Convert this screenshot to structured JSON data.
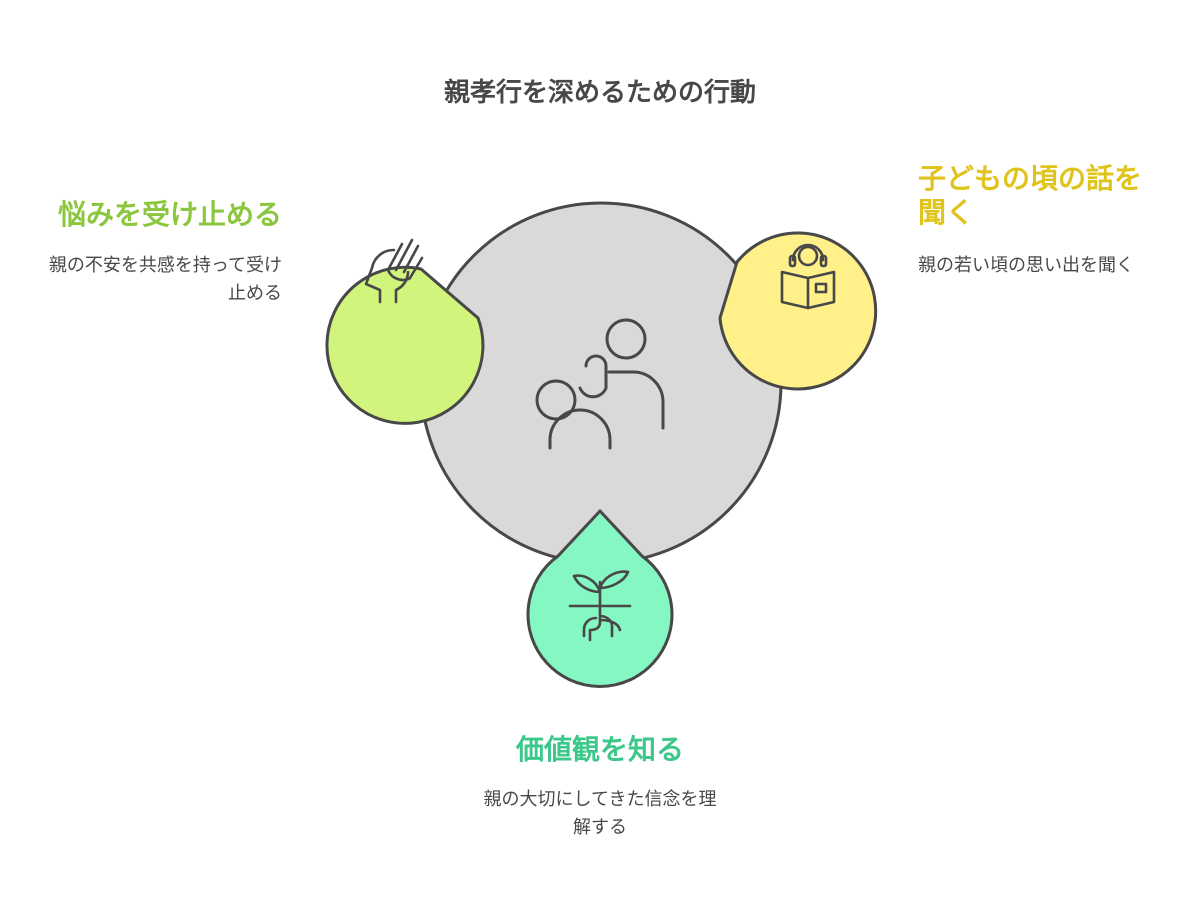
{
  "title": "親孝行を深めるための行動",
  "colors": {
    "center": "#d9d9d9",
    "left": "#d1f57c",
    "right": "#fff08a",
    "bottom": "#84f7c2",
    "outline": "#484848",
    "left_heading": "#8cc63f",
    "right_heading": "#e0c31c",
    "bottom_heading": "#3cc88a"
  },
  "center": {
    "icon": "parent-child-icon"
  },
  "left": {
    "heading": "悩みを受け止める",
    "description": "親の不安を共感を持って受け止める",
    "icon": "hand-on-head-icon"
  },
  "right": {
    "heading": "子どもの頃の話を聞く",
    "description": "親の若い頃の思い出を聞く",
    "icon": "listener-with-book-icon"
  },
  "bottom": {
    "heading": "価値観を知る",
    "description": "親の大切にしてきた信念を理解する",
    "icon": "sprout-with-roots-icon"
  }
}
